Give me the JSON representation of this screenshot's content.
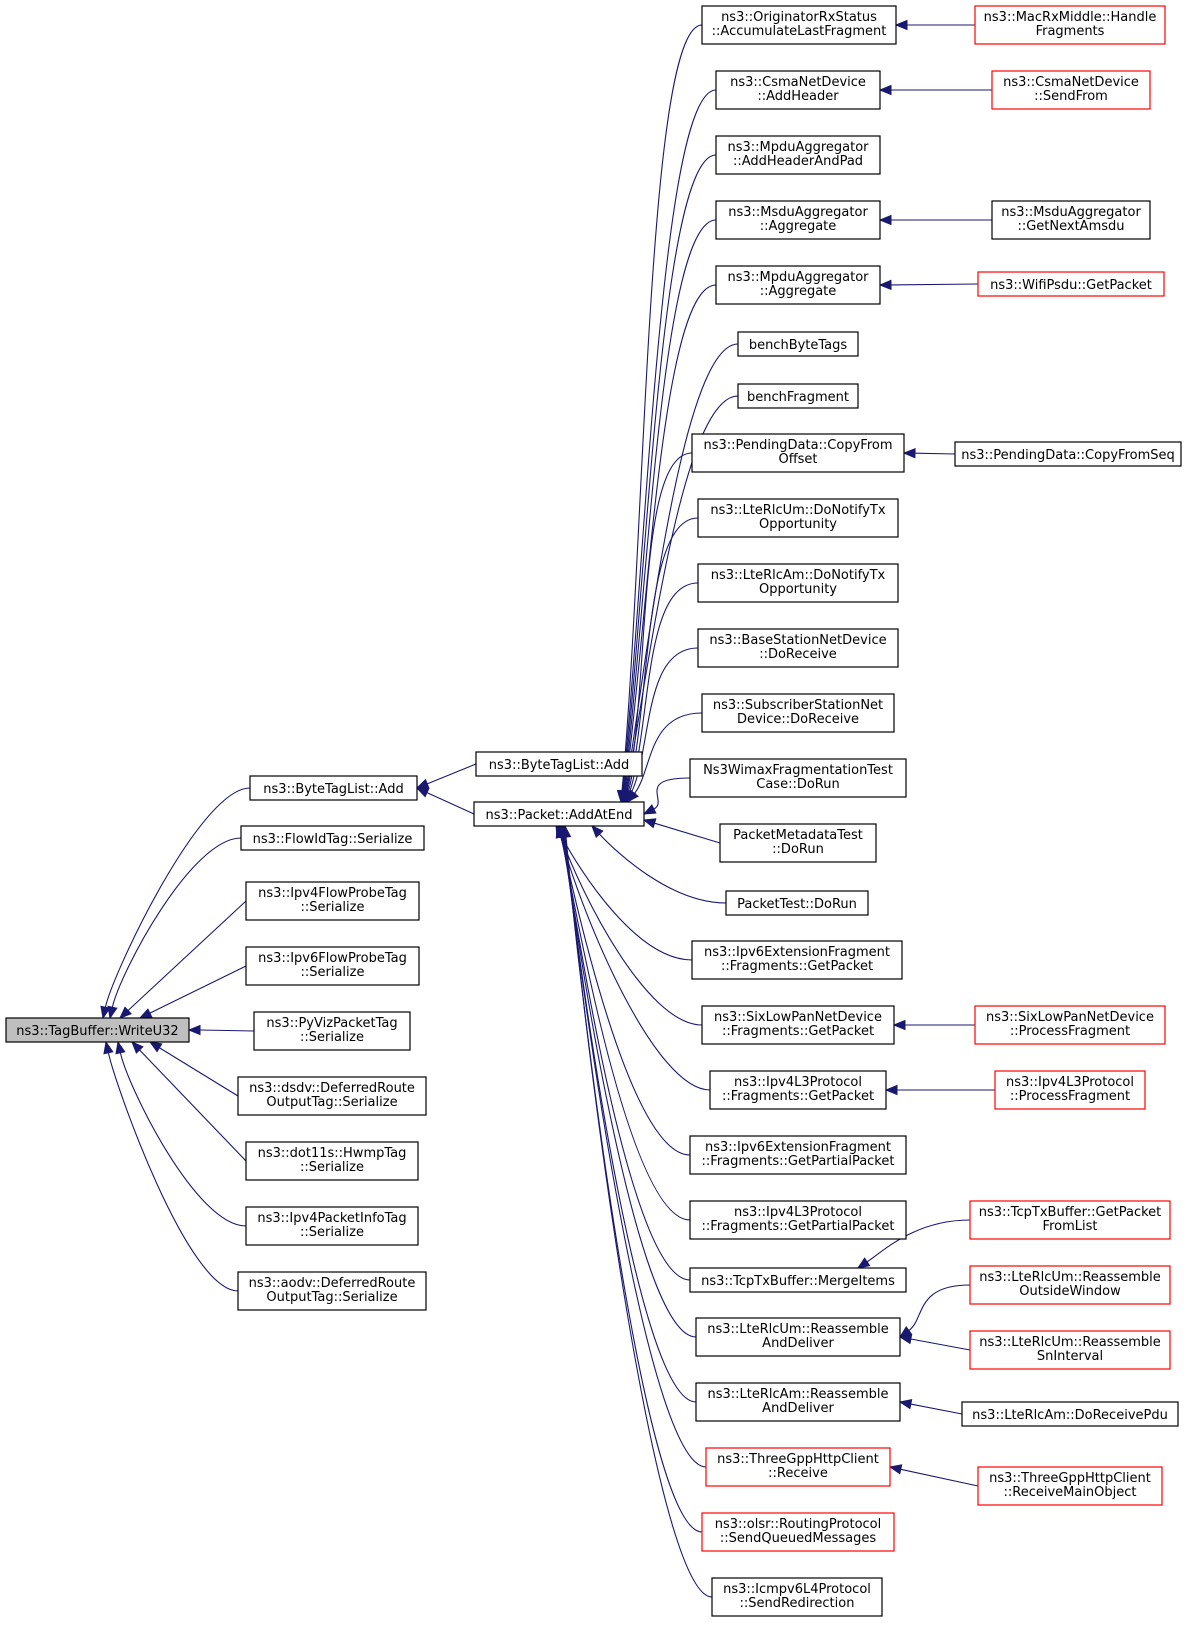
{
  "colors": {
    "edge": "#191970",
    "border_normal": "#000000",
    "border_truncated": "#ff0000",
    "root_fill": "#bfbfbf",
    "node_fill": "#ffffff"
  },
  "nodes": {
    "root": [
      "ns3::TagBuffer::WriteU32"
    ],
    "btl_add": [
      "ns3::ByteTagList::Add"
    ],
    "flowid": [
      "ns3::FlowIdTag::Serialize"
    ],
    "ipv4fp": [
      "ns3::Ipv4FlowProbeTag",
      "::Serialize"
    ],
    "ipv6fp": [
      "ns3::Ipv6FlowProbeTag",
      "::Serialize"
    ],
    "pyviz": [
      "ns3::PyVizPacketTag",
      "::Serialize"
    ],
    "dsdv": [
      "ns3::dsdv::DeferredRoute",
      "OutputTag::Serialize"
    ],
    "hwmp": [
      "ns3::dot11s::HwmpTag",
      "::Serialize"
    ],
    "pinfo": [
      "ns3::Ipv4PacketInfoTag",
      "::Serialize"
    ],
    "aodv": [
      "ns3::aodv::DeferredRoute",
      "OutputTag::Serialize"
    ],
    "btl_add2": [
      "ns3::ByteTagList::Add"
    ],
    "addatend": [
      "ns3::Packet::AddAtEnd"
    ],
    "orig": [
      "ns3::OriginatorRxStatus",
      "::AccumulateLastFragment"
    ],
    "csma_add": [
      "ns3::CsmaNetDevice",
      "::AddHeader"
    ],
    "mpdu_pad": [
      "ns3::MpduAggregator",
      "::AddHeaderAndPad"
    ],
    "msdu_agg": [
      "ns3::MsduAggregator",
      "::Aggregate"
    ],
    "mpdu_agg": [
      "ns3::MpduAggregator",
      "::Aggregate"
    ],
    "benchbt": [
      "benchByteTags"
    ],
    "benchfr": [
      "benchFragment"
    ],
    "pend": [
      "ns3::PendingData::CopyFrom",
      "Offset"
    ],
    "rlcum_tx": [
      "ns3::LteRlcUm::DoNotifyTx",
      "Opportunity"
    ],
    "rlcam_tx": [
      "ns3::LteRlcAm::DoNotifyTx",
      "Opportunity"
    ],
    "bsnd": [
      "ns3::BaseStationNetDevice",
      "::DoReceive"
    ],
    "ssnd": [
      "ns3::SubscriberStationNet",
      "Device::DoReceive"
    ],
    "wimax": [
      "Ns3WimaxFragmentationTest",
      "Case::DoRun"
    ],
    "pmt": [
      "PacketMetadataTest",
      "::DoRun"
    ],
    "ptest": [
      "PacketTest::DoRun"
    ],
    "ipv6ext": [
      "ns3::Ipv6ExtensionFragment",
      "::Fragments::GetPacket"
    ],
    "sixlow": [
      "ns3::SixLowPanNetDevice",
      "::Fragments::GetPacket"
    ],
    "ipv4l3": [
      "ns3::Ipv4L3Protocol",
      "::Fragments::GetPacket"
    ],
    "ipv6ext_p": [
      "ns3::Ipv6ExtensionFragment",
      "::Fragments::GetPartialPacket"
    ],
    "ipv4l3_p": [
      "ns3::Ipv4L3Protocol",
      "::Fragments::GetPartialPacket"
    ],
    "tcpmerge": [
      "ns3::TcpTxBuffer::MergeItems"
    ],
    "rlcum_re": [
      "ns3::LteRlcUm::Reassemble",
      "AndDeliver"
    ],
    "rlcam_re": [
      "ns3::LteRlcAm::Reassemble",
      "AndDeliver"
    ],
    "http_rx": [
      "ns3::ThreeGppHttpClient",
      "::Receive"
    ],
    "olsr": [
      "ns3::olsr::RoutingProtocol",
      "::SendQueuedMessages"
    ],
    "icmp": [
      "ns3::Icmpv6L4Protocol",
      "::SendRedirection"
    ],
    "macrx": [
      "ns3::MacRxMiddle::Handle",
      "Fragments"
    ],
    "csma_send": [
      "ns3::CsmaNetDevice",
      "::SendFrom"
    ],
    "msdu_next": [
      "ns3::MsduAggregator",
      "::GetNextAmsdu"
    ],
    "psdu": [
      "ns3::WifiPsdu::GetPacket"
    ],
    "pend_seq": [
      "ns3::PendingData::CopyFromSeq"
    ],
    "sixlow_pf": [
      "ns3::SixLowPanNetDevice",
      "::ProcessFragment"
    ],
    "ipv4_pf": [
      "ns3::Ipv4L3Protocol",
      "::ProcessFragment"
    ],
    "tcp_gp": [
      "ns3::TcpTxBuffer::GetPacket",
      "FromList"
    ],
    "rlcum_ow": [
      "ns3::LteRlcUm::Reassemble",
      "OutsideWindow"
    ],
    "rlcum_sn": [
      "ns3::LteRlcUm::Reassemble",
      "SnInterval"
    ],
    "rlcam_rx": [
      "ns3::LteRlcAm::DoReceivePdu"
    ],
    "http_main": [
      "ns3::ThreeGppHttpClient",
      "::ReceiveMainObject"
    ]
  }
}
